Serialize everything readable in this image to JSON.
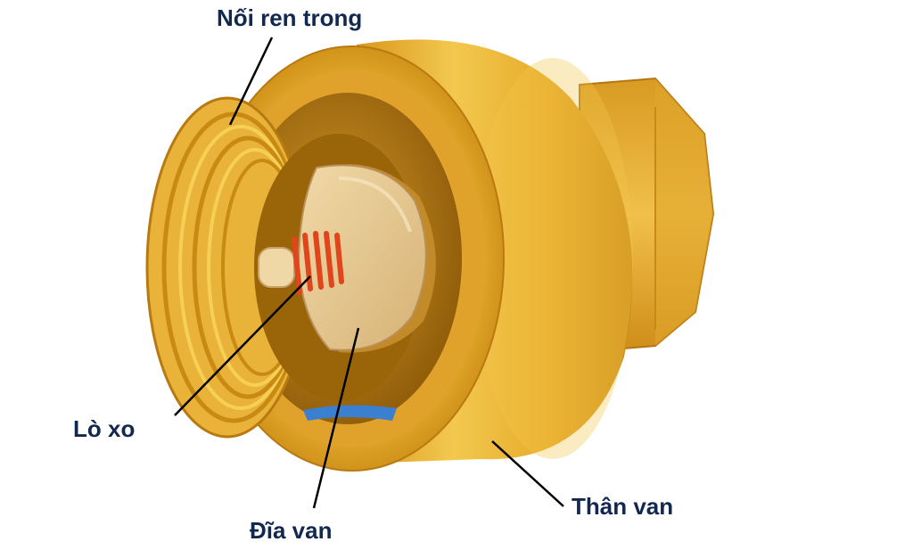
{
  "labels": {
    "thread": "Nối ren trong",
    "spring": "Lò xo",
    "disc": "Đĩa van",
    "body": "Thân van"
  },
  "colors": {
    "brass_light": "#f6cf55",
    "brass_mid": "#e3a623",
    "brass_dark": "#b97810",
    "disc": "#e6c993",
    "spring": "#e0451b",
    "seal": "#3a7fd0",
    "label_text": "#12284f",
    "leader_line": "#000000"
  }
}
